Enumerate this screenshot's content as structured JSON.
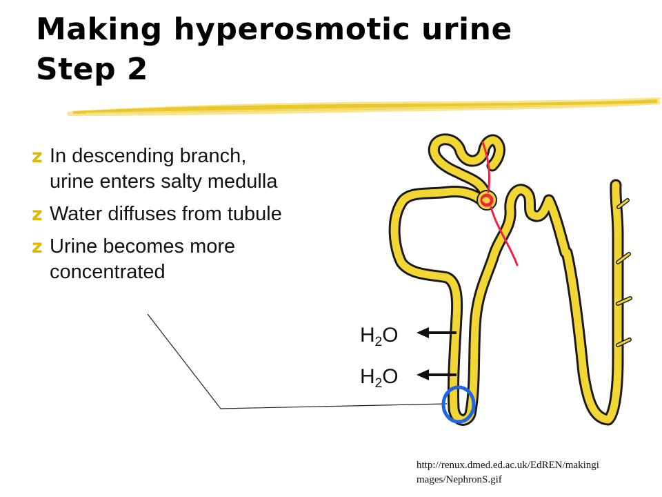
{
  "slide": {
    "title_line1": "Making hyperosmotic urine",
    "title_line2": "Step 2",
    "bullet_marker": "z",
    "bullets": [
      "In descending branch,\nurine enters salty medulla",
      "Water diffuses from tubule",
      "Urine becomes more\nconcentrated"
    ]
  },
  "diagram": {
    "labels": {
      "h2o_1_main": "H",
      "h2o_1_sub": "2",
      "h2o_1_tail": "O",
      "h2o_2_main": "H",
      "h2o_2_sub": "2",
      "h2o_2_tail": "O"
    },
    "colors": {
      "tubule_fill": "#f2d633",
      "tubule_outline": "#1a1a1a",
      "blood_vessel": "#ee2244",
      "highlight_circle": "#1e66e6",
      "underline_brush": "#f0cf3c"
    }
  },
  "source": {
    "url_text": "http://renux.dmed.ed.ac.uk/EdREN/makingi\nmages/NephronS.gif"
  }
}
